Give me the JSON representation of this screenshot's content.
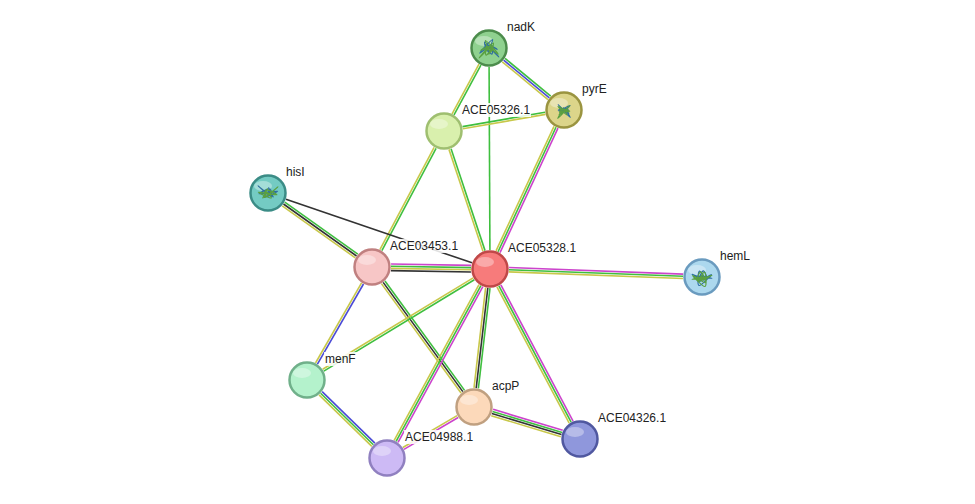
{
  "diagram": {
    "nodes": [
      {
        "text": [
          "nadK"
        ]
      },
      {
        "text": [
          "pyrE"
        ]
      },
      {
        "text": [
          "ACE05326.1"
        ]
      },
      {
        "text": [
          "hisI"
        ]
      },
      {
        "text": [
          "ACE03453.1"
        ]
      },
      {
        "text": [
          "ACE05328.1"
        ]
      },
      {
        "text": [
          "hemL"
        ]
      },
      {
        "text": [
          "menF"
        ]
      },
      {
        "text": [
          "acpP"
        ]
      },
      {
        "text": [
          "ACE04326.1"
        ]
      },
      {
        "text": [
          "ACE04988.1"
        ]
      }
    ],
    "edges": [
      {
        "from": 0,
        "to": 1,
        "arrow": "none"
      },
      {
        "from": 0,
        "to": 2,
        "arrow": "none"
      },
      {
        "from": 0,
        "to": 5,
        "arrow": "none"
      },
      {
        "from": 2,
        "to": 1,
        "arrow": "none"
      },
      {
        "from": 1,
        "to": 5,
        "arrow": "none"
      },
      {
        "from": 2,
        "to": 4,
        "arrow": "none"
      },
      {
        "from": 2,
        "to": 5,
        "arrow": "none"
      },
      {
        "from": 3,
        "to": 4,
        "arrow": "none"
      },
      {
        "from": 3,
        "to": 5,
        "arrow": "none"
      },
      {
        "from": 4,
        "to": 5,
        "arrow": "none"
      },
      {
        "from": 5,
        "to": 6,
        "arrow": "none"
      },
      {
        "from": 4,
        "to": 7,
        "arrow": "none"
      },
      {
        "from": 4,
        "to": 8,
        "arrow": "none"
      },
      {
        "from": 5,
        "to": 7,
        "arrow": "none"
      },
      {
        "from": 5,
        "to": 8,
        "arrow": "none"
      },
      {
        "from": 5,
        "to": 10,
        "arrow": "none"
      },
      {
        "from": 5,
        "to": 9,
        "arrow": "none"
      },
      {
        "from": 7,
        "to": 10,
        "arrow": "none"
      },
      {
        "from": 8,
        "to": 10,
        "arrow": "none"
      },
      {
        "from": 8,
        "to": 9,
        "arrow": "none"
      }
    ]
  }
}
